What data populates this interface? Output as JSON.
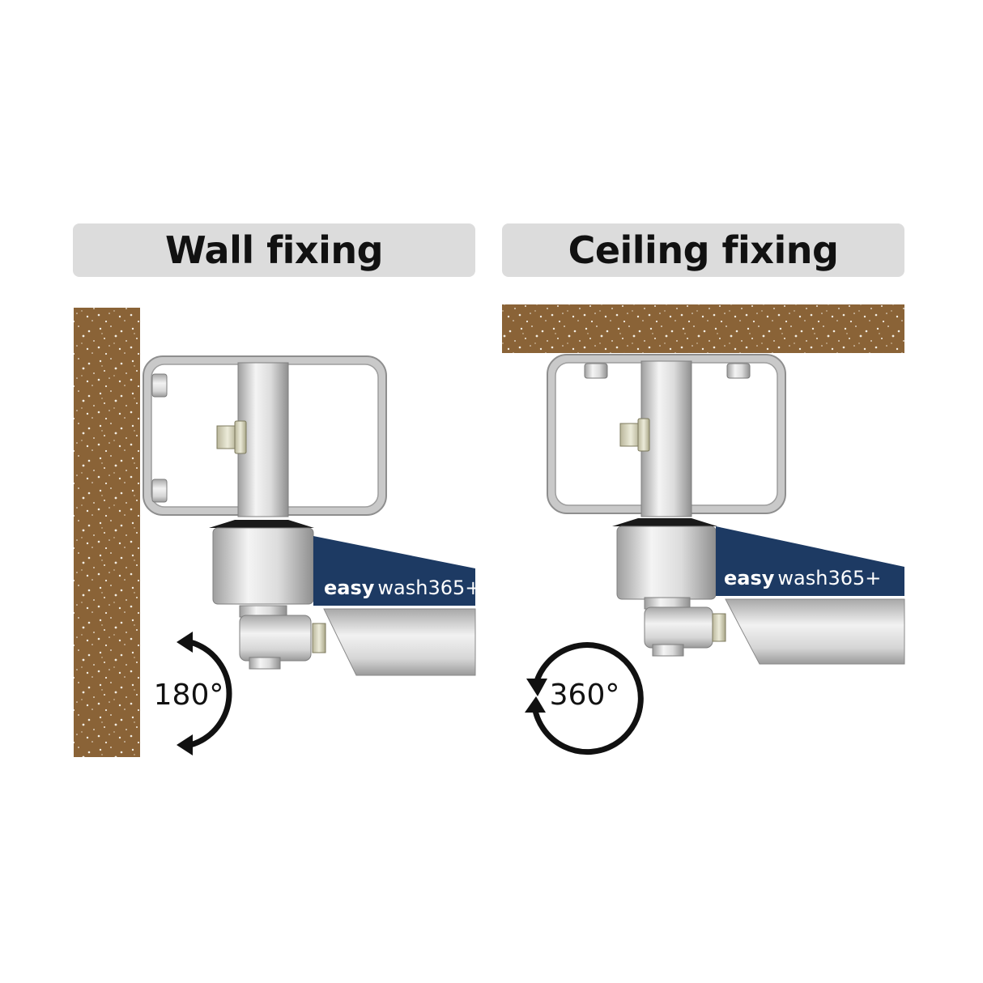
{
  "panels": {
    "wall": {
      "title": "Wall fixing",
      "rotation": "180°",
      "brand_bold": "easy",
      "brand_rest": "wash365+"
    },
    "ceiling": {
      "title": "Ceiling fixing",
      "rotation": "360°",
      "brand_bold": "easy",
      "brand_rest": "wash365+"
    }
  },
  "colors": {
    "surface_brown": "#8a6337",
    "housing_navy": "#1d3a63",
    "metal_grey": "#c8c8c8",
    "title_bg": "#dcdcdc"
  },
  "icons": [
    "rotation-arrow-180-icon",
    "rotation-arrow-360-icon"
  ]
}
